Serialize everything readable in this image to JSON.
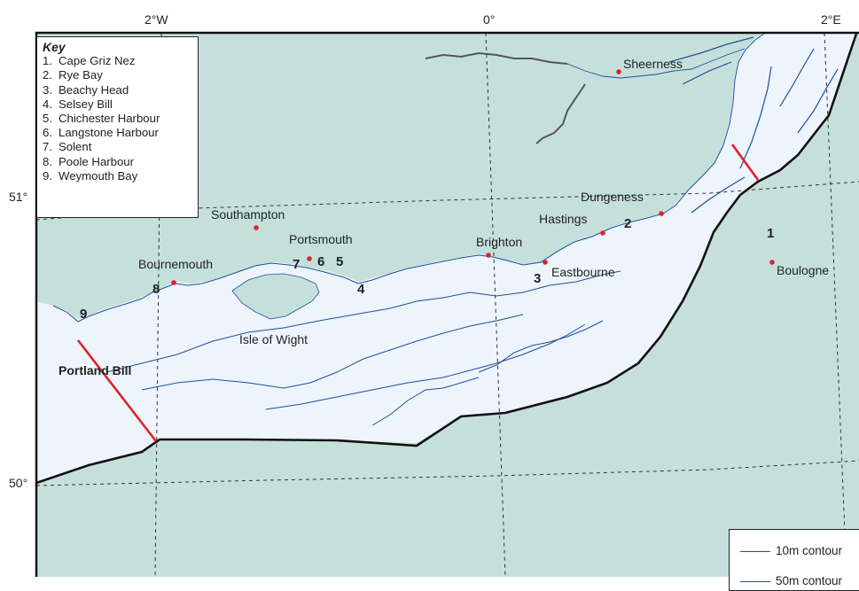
{
  "degree_labels": {
    "top_2w": "2°W",
    "top_0": "0°",
    "top_2e": "2°E",
    "left_51": "51°",
    "left_50": "50°"
  },
  "key": {
    "title": "Key",
    "items": [
      {
        "num": "1.",
        "label": "Cape Griz Nez"
      },
      {
        "num": "2.",
        "label": "Rye Bay"
      },
      {
        "num": "3.",
        "label": "Beachy Head"
      },
      {
        "num": "4.",
        "label": "Selsey Bill"
      },
      {
        "num": "5.",
        "label": "Chichester Harbour"
      },
      {
        "num": "6.",
        "label": "Langstone Harbour"
      },
      {
        "num": "7.",
        "label": "Solent"
      },
      {
        "num": "8.",
        "label": "Poole Harbour"
      },
      {
        "num": "9.",
        "label": "Weymouth Bay"
      }
    ]
  },
  "places": {
    "sheerness": "Sheerness",
    "dungeness": "Dungeness",
    "hastings": "Hastings",
    "brighton": "Brighton",
    "eastbourne": "Eastbourne",
    "southampton": "Southampton",
    "portsmouth": "Portsmouth",
    "bournemouth": "Bournemouth",
    "isle_of_wight": "Isle of Wight",
    "portland_bill": "Portland Bill",
    "boulogne": "Boulogne"
  },
  "site_numbers": {
    "n1": "1",
    "n2": "2",
    "n3": "3",
    "n4": "4",
    "n5": "5",
    "n6": "6",
    "n7": "7",
    "n8": "8",
    "n9": "9"
  },
  "legend": {
    "contour_10m": "10m contour",
    "contour_50m": "50m contour"
  },
  "colors": {
    "land": "#c5e0da",
    "sea": "#edf4fb",
    "contour": "#1f4f9e",
    "boundary": "#111111",
    "marker": "#e0202a",
    "section_line": "#e0202a",
    "river": "#555555"
  }
}
